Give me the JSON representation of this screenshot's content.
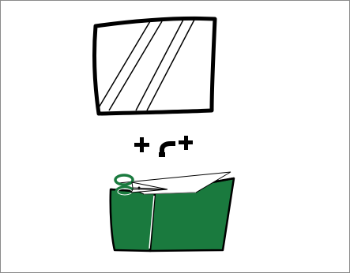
{
  "diagram": {
    "items": [
      {
        "name": "screen-glass-panel",
        "shape": "curved-rectangle",
        "color": "#ffffff",
        "outline": "#000000"
      },
      {
        "name": "plus-icon",
        "color": "#000000"
      },
      {
        "name": "bent-arrow-icon",
        "color": "#000000"
      },
      {
        "name": "plus-icon",
        "color": "#000000"
      },
      {
        "name": "green-box",
        "color": "#1a7a3e",
        "outline": "#000000"
      },
      {
        "name": "scissors-icon",
        "color": "#1a7a3e"
      },
      {
        "name": "white-sheet",
        "color": "#ffffff"
      }
    ],
    "colors": {
      "box_green": "#1a7a3e",
      "outline": "#000000",
      "background": "#ffffff",
      "frame_border": "#8a8a8a"
    }
  }
}
